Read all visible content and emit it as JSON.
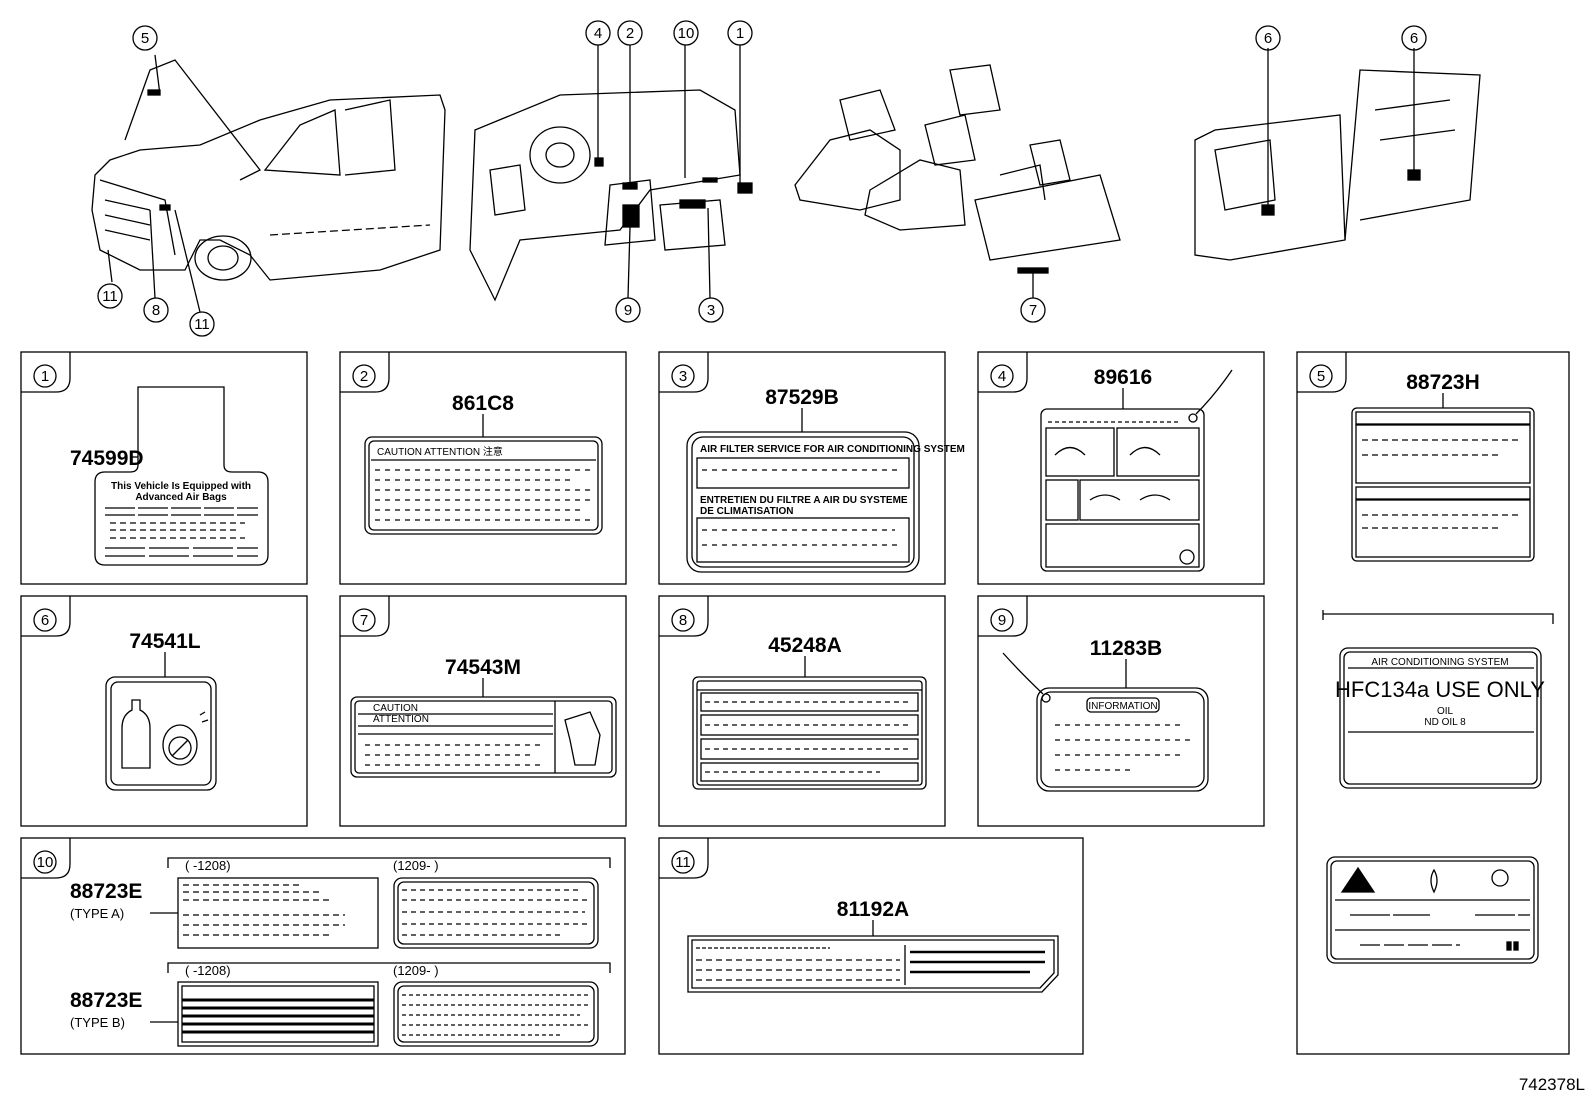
{
  "diagram_id": "742378L",
  "callouts": [
    "1",
    "2",
    "3",
    "4",
    "5",
    "6",
    "7",
    "8",
    "9",
    "10",
    "11"
  ],
  "panels": [
    {
      "num": "1",
      "part": "74599D",
      "label_lines": [
        "This Vehicle Is Equipped with",
        "Advanced Air Bags"
      ]
    },
    {
      "num": "2",
      "part": "861C8",
      "label_lines": [
        "CAUTION ATTENTION 注意"
      ]
    },
    {
      "num": "3",
      "part": "87529B",
      "label_lines": [
        "AIR FILTER SERVICE FOR AIR CONDITIONING SYSTEM",
        "ENTRETIEN DU FILTRE A AIR DU SYSTEME",
        "DE CLIMATISATION"
      ]
    },
    {
      "num": "4",
      "part": "89616",
      "label_lines": []
    },
    {
      "num": "5",
      "part": "88723H",
      "label_lines": [
        "AIR CONDITIONING SYSTEM",
        "HFC134a USE ONLY",
        "OIL",
        "ND OIL 8"
      ]
    },
    {
      "num": "6",
      "part": "74541L",
      "label_lines": []
    },
    {
      "num": "7",
      "part": "74543M",
      "label_lines": [
        "CAUTION",
        "ATTENTION"
      ]
    },
    {
      "num": "8",
      "part": "45248A",
      "label_lines": []
    },
    {
      "num": "9",
      "part": "11283B",
      "label_lines": [
        "INFORMATION"
      ]
    },
    {
      "num": "10",
      "part": "88723E",
      "types": [
        "(TYPE A)",
        "(TYPE B)"
      ],
      "ranges": [
        "( -1208)",
        "(1209- )"
      ]
    },
    {
      "num": "11",
      "part": "81192A",
      "label_lines": []
    }
  ]
}
